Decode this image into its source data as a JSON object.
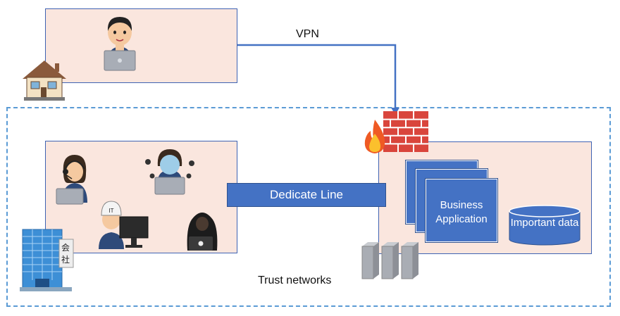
{
  "labels": {
    "vpn": "VPN",
    "dedicate_line": "Dedicate Line",
    "business_application": "Business Application",
    "important_data": "Important data",
    "trust_networks": "Trust networks"
  },
  "building_sign": [
    "会",
    "社"
  ],
  "icons": [
    "house-icon",
    "remote-worker-icon",
    "office-building-icon",
    "call-center-worker-icon",
    "stressed-worker-icon",
    "it-engineer-icon",
    "hacker-icon",
    "firewall-icon",
    "fire-icon",
    "server-rack-icon",
    "database-icon"
  ],
  "colors": {
    "zone_fill": "#fae6de",
    "zone_border": "#3f63b3",
    "accent_blue": "#4472c4",
    "trust_boundary": "#5b9bd5",
    "firewall_brick": "#d9453c"
  }
}
